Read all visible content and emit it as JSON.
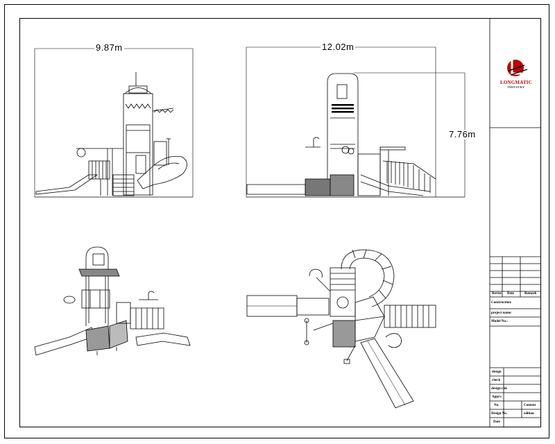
{
  "drawing": {
    "dimensions": {
      "front_width": "9.87m",
      "side_width": "12.02m",
      "height": "7.76m"
    },
    "views": [
      "front-elevation",
      "side-elevation",
      "perspective-view",
      "plan-view"
    ]
  },
  "title_block": {
    "company": "LONGMATIC",
    "company_sub": "INDUSTRY",
    "logo_colors": {
      "primary": "#c00000",
      "secondary": "#000000"
    },
    "revision_headers": [
      "Revise",
      "Date",
      "Remark"
    ],
    "construction_label": "Construction:",
    "project_label": "project name:",
    "model_label": "Model No.:",
    "sign_rows": [
      "design",
      "check",
      "design-chk",
      "Apprv.",
      "No.",
      "Design No.",
      "Date"
    ],
    "content_label": "Content",
    "edition_label": "edition"
  }
}
